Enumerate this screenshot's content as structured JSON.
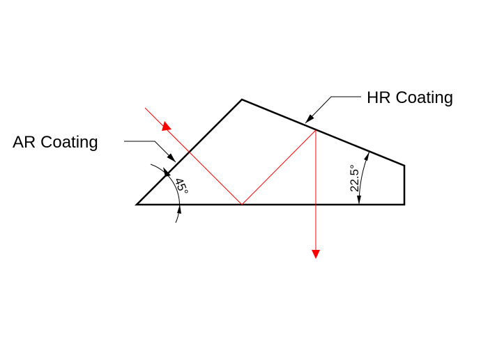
{
  "labels": {
    "ar_coating": "AR Coating",
    "hr_coating": "HR Coating",
    "angle_apex": "45°",
    "angle_wedge": "22.5°"
  },
  "colors": {
    "outline": "#000000",
    "beam": "#ff0000"
  }
}
